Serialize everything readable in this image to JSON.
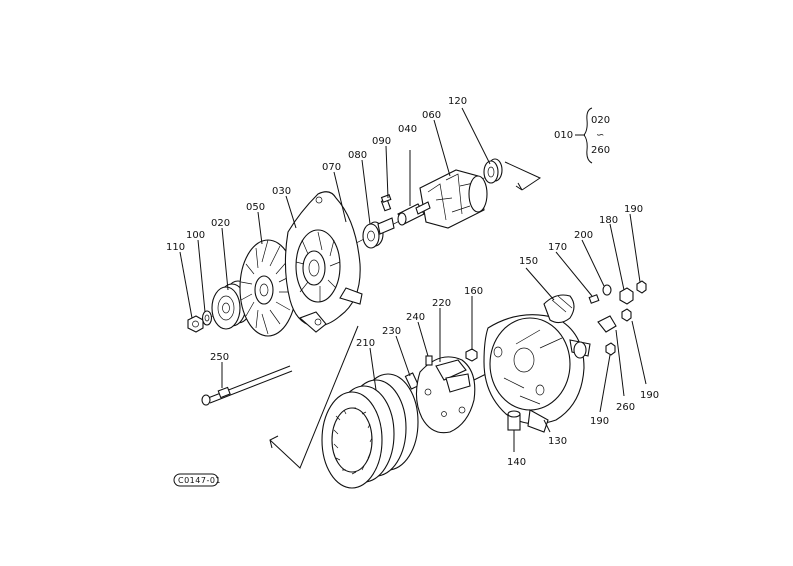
{
  "labels": {
    "p010": "010",
    "p020_top": "020",
    "p020": "020",
    "p030": "030",
    "p040": "040",
    "p050": "050",
    "p060": "060",
    "p070": "070",
    "p080": "080",
    "p090": "090",
    "p100": "100",
    "p110": "110",
    "p120": "120",
    "p130": "130",
    "p140": "140",
    "p150": "150",
    "p160": "160",
    "p170": "170",
    "p180": "180",
    "p190_top": "190",
    "p190_right": "190",
    "p190_bottom": "190",
    "p200": "200",
    "p210": "210",
    "p220": "220",
    "p230": "230",
    "p240": "240",
    "p250": "250",
    "p260_top": "260",
    "p260": "260",
    "tilde": "∽",
    "ref_code": "C0147-01"
  }
}
